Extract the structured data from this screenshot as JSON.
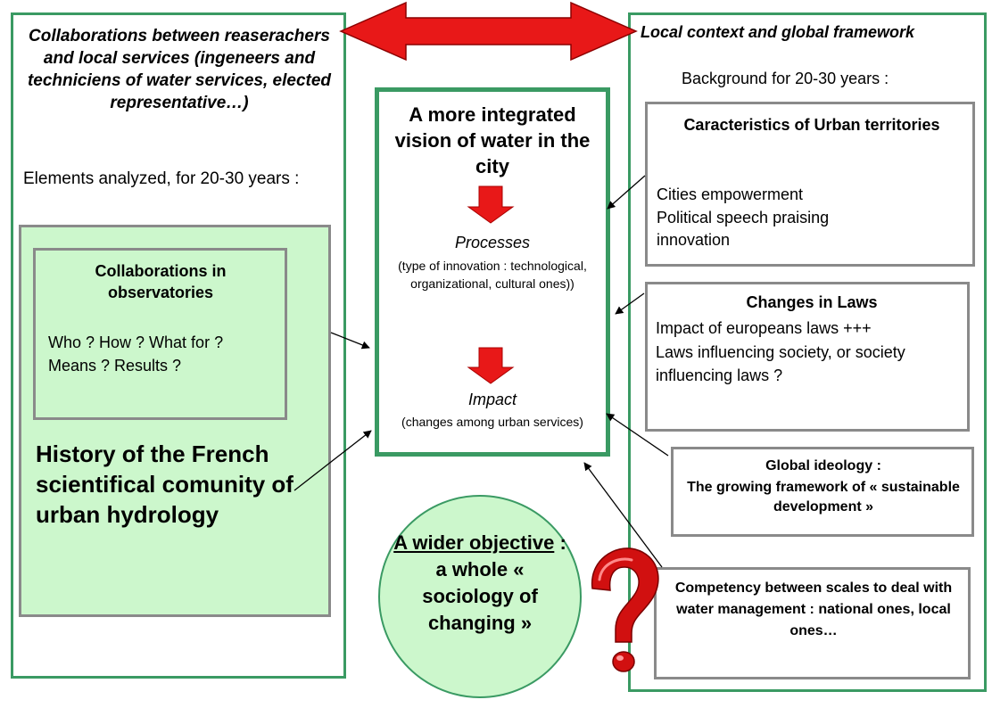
{
  "left_panel": {
    "title": "Collaborations between reaserachers and local services (ingeneers and techniciens of water services, elected representative…)",
    "elements_text": "Elements analyzed, for 20-30 years :",
    "collab_box": {
      "title": "Collaborations in observatories",
      "questions_line1": "Who ? How ? What for ?",
      "questions_line2": "Means ? Results ?"
    },
    "history_text": "History of the French scientifical comunity of urban hydrology"
  },
  "center_box": {
    "title": "A more integrated vision of water in the city",
    "processes_title": "Processes",
    "processes_desc": "(type of innovation : technological, organizational, cultural ones))",
    "impact_title": "Impact",
    "impact_desc": "(changes among urban services)"
  },
  "circle": {
    "line1_underlined": "A wider objective",
    "line1_rest": " : a whole « sociology of changing »"
  },
  "right_panel": {
    "title": "Local context and global framework",
    "background_text": "Background for 20-30 years :",
    "urban_box": {
      "title": "Caracteristics of Urban territories",
      "line1": "Cities empowerment",
      "line2": "Political speech praising innovation"
    },
    "laws_box": {
      "title": "Changes in Laws",
      "line1": "Impact of europeans laws +++",
      "line2": "Laws influencing society, or society influencing laws ?"
    },
    "ideology_box": {
      "title": "Global ideology :",
      "line2": "The growing framework of « sustainable development »"
    },
    "competency_box": {
      "text": "Competency between scales to deal with water management : national ones, local ones…"
    }
  },
  "colors": {
    "panel_border": "#3a9a63",
    "light_green": "#ccf7cc",
    "grey_border": "#8a8a8a",
    "red_arrow": "#e81818"
  }
}
